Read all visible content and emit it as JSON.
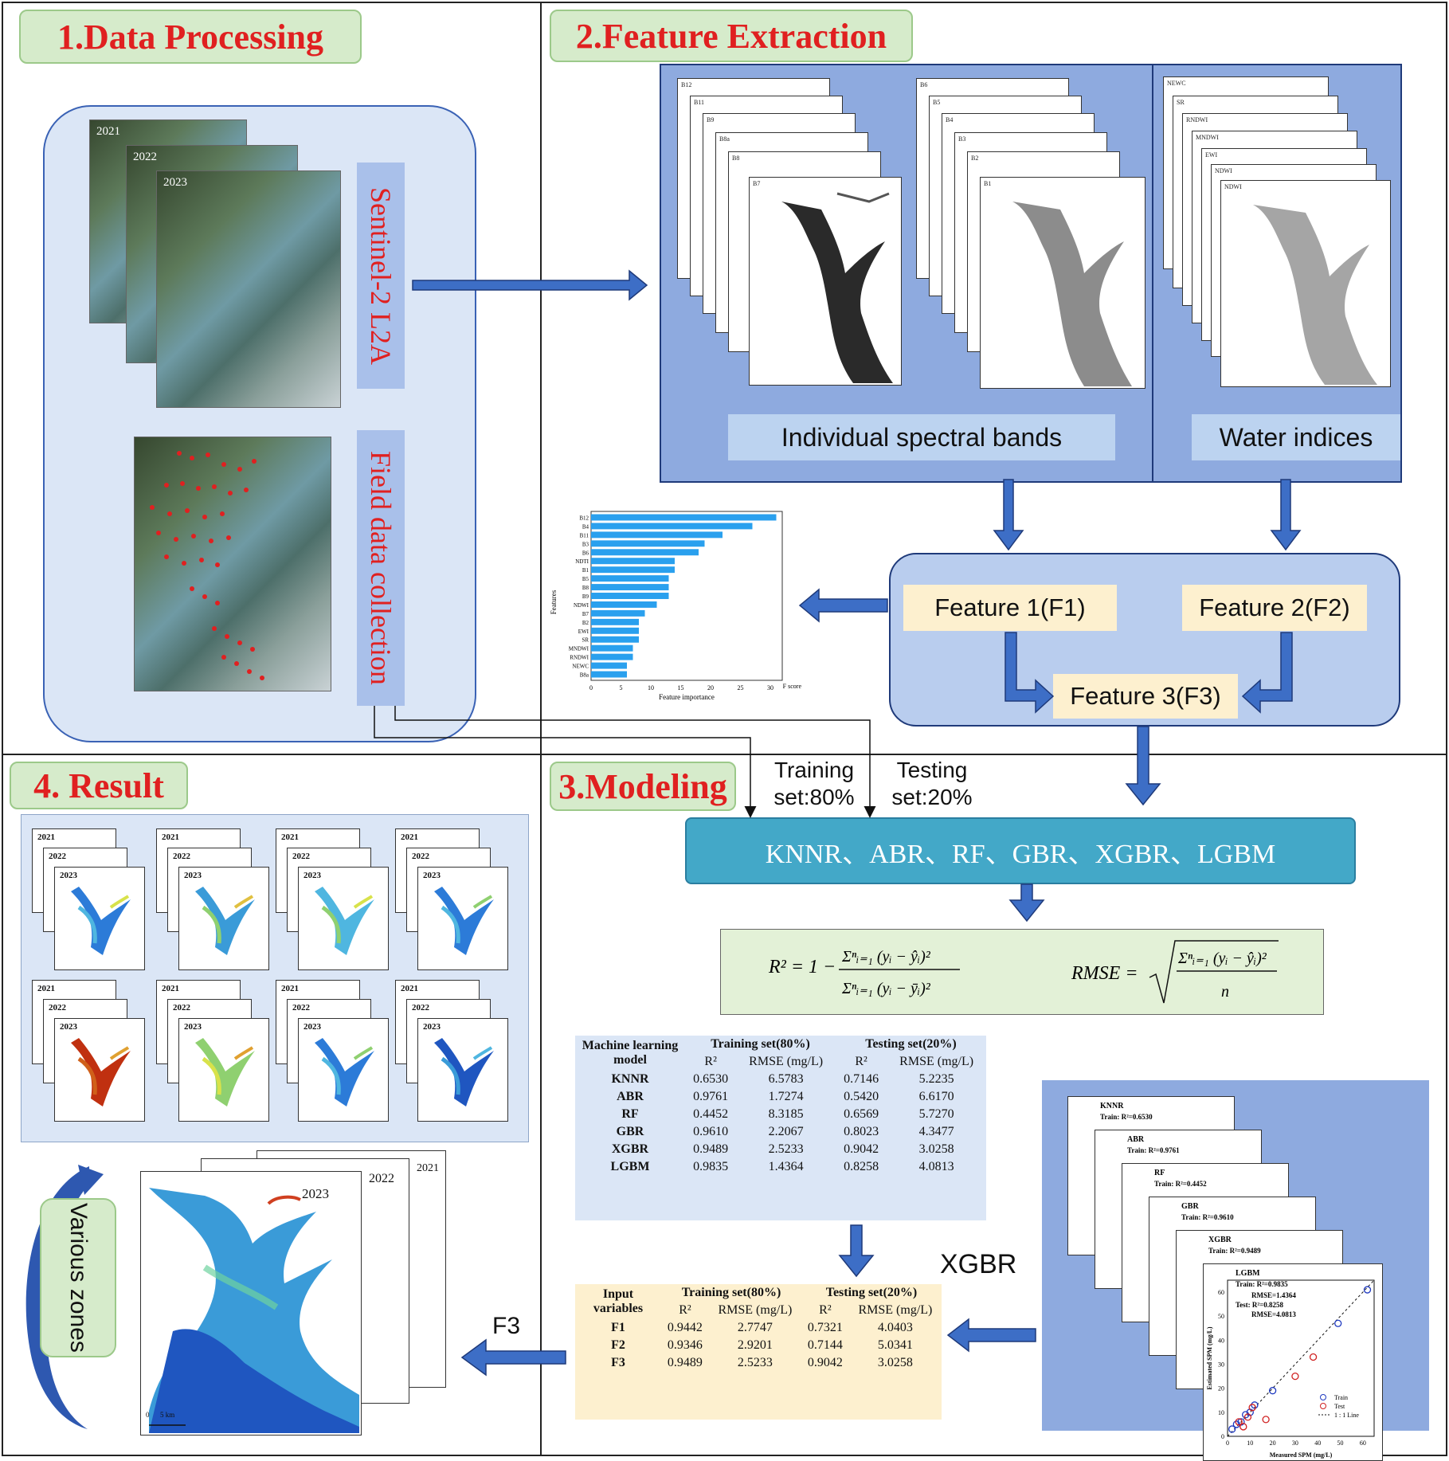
{
  "sections": {
    "s1": "1.Data  Processing",
    "s2": "2.Feature Extraction",
    "s3": "3.Modeling",
    "s4": "4. Result"
  },
  "data_processing": {
    "years": [
      "2021",
      "2022",
      "2023"
    ],
    "sentinel_label": "Sentinel-2 L2A",
    "field_label": "Field data collection"
  },
  "feature_extraction": {
    "band_tags_a": [
      "B12",
      "B11",
      "B9",
      "B8a",
      "B8",
      "B7"
    ],
    "band_tags_b": [
      "B6",
      "B5",
      "B4",
      "B3",
      "B2",
      "B1"
    ],
    "index_tags": [
      "NEWC",
      "SR",
      "RNDWI",
      "MNDWI",
      "EWI",
      "NDWI",
      "NDWI"
    ],
    "spectral_caption": "Individual spectral bands",
    "water_caption": "Water indices",
    "feature1": "Feature 1(F1)",
    "feature2": "Feature 2(F2)",
    "feature3": "Feature 3(F3)"
  },
  "importance_chart": {
    "ylabel": "Features",
    "xlabel": "Feature importance",
    "xunit": "F score",
    "xticks": [
      "0",
      "5",
      "10",
      "15",
      "20",
      "25",
      "30"
    ]
  },
  "chart_data": {
    "type": "bar",
    "categories": [
      "B12",
      "B4",
      "B11",
      "B3",
      "B6",
      "NDTI",
      "B1",
      "B5",
      "B8",
      "B9",
      "NDWI",
      "B7",
      "B2",
      "EWI",
      "SR",
      "MNDWI",
      "RNDWI",
      "NEWC",
      "B8a"
    ],
    "values": [
      31,
      27,
      22,
      19,
      18,
      14,
      14,
      13,
      13,
      13,
      11,
      9,
      8,
      8,
      8,
      7,
      7,
      6,
      6
    ],
    "xlabel": "Feature importance",
    "ylabel": "Features",
    "xlim": [
      0,
      32
    ]
  },
  "modeling": {
    "training_label": "Training\nset:80%",
    "testing_label": "Testing\nset:20%",
    "models_bar": "KNNR、ABR、RF、GBR、XGBR、LGBM",
    "formula_r2": "R² = 1 − Σⁿᵢ₌₁(yᵢ − ŷᵢ)² / Σⁿᵢ₌₁(yᵢ − ȳᵢ)²",
    "formula_rmse": "RMSE = √( Σⁿᵢ₌₁(yᵢ − ŷᵢ)² / n )",
    "xgbr_label": "XGBR",
    "f3_label": "F3"
  },
  "model_table": {
    "h_model": "Machine learning model",
    "h_train": "Training set(80%)",
    "h_test": "Testing set(20%)",
    "h_r2": "R²",
    "h_rmse": "RMSE (mg/L)",
    "rows": [
      [
        "KNNR",
        "0.6530",
        "6.5783",
        "0.7146",
        "5.2235"
      ],
      [
        "ABR",
        "0.9761",
        "1.7274",
        "0.5420",
        "6.6170"
      ],
      [
        "RF",
        "0.4452",
        "8.3185",
        "0.6569",
        "5.7270"
      ],
      [
        "GBR",
        "0.9610",
        "2.2067",
        "0.8023",
        "4.3477"
      ],
      [
        "XGBR",
        "0.9489",
        "2.5233",
        "0.9042",
        "3.0258"
      ],
      [
        "LGBM",
        "0.9835",
        "1.4364",
        "0.8258",
        "4.0813"
      ]
    ]
  },
  "input_table": {
    "h_input": "Input variables",
    "h_train": "Training set(80%)",
    "h_test": "Testing set(20%)",
    "h_r2": "R²",
    "h_rmse": "RMSE (mg/L)",
    "rows": [
      [
        "F1",
        "0.9442",
        "2.7747",
        "0.7321",
        "4.0403"
      ],
      [
        "F2",
        "0.9346",
        "2.9201",
        "0.7144",
        "5.0341"
      ],
      [
        "F3",
        "0.9489",
        "2.5233",
        "0.9042",
        "3.0258"
      ]
    ]
  },
  "scatter_cards": {
    "names": [
      "KNNR",
      "ABR",
      "RF",
      "GBR",
      "XGBR",
      "LGBM"
    ],
    "train_r2": [
      "Train:  R²=0.6530",
      "Train:  R²=0.9761",
      "Train:  R²=0.4452",
      "Train:  R²=0.9610",
      "Train:  R²=0.9489",
      "Train:  R²=0.9835"
    ],
    "lgbm_stats": [
      "RMSE=1.4364",
      "Test:  R²=0.8258",
      "RMSE=4.0813"
    ],
    "ylabel": "Estimated SPM (mg/L)",
    "xlabel": "Measured SPM (mg/L)",
    "legend": [
      "Train",
      "Test",
      "1 : 1 Line"
    ],
    "ticks": [
      "0",
      "10",
      "20",
      "30",
      "40",
      "50",
      "60"
    ]
  },
  "result": {
    "years": [
      "2021",
      "2022",
      "2023"
    ],
    "big_years": [
      "2023",
      "2022",
      "2021"
    ],
    "scale": "0      5 km",
    "zones_label": "Various zones"
  }
}
